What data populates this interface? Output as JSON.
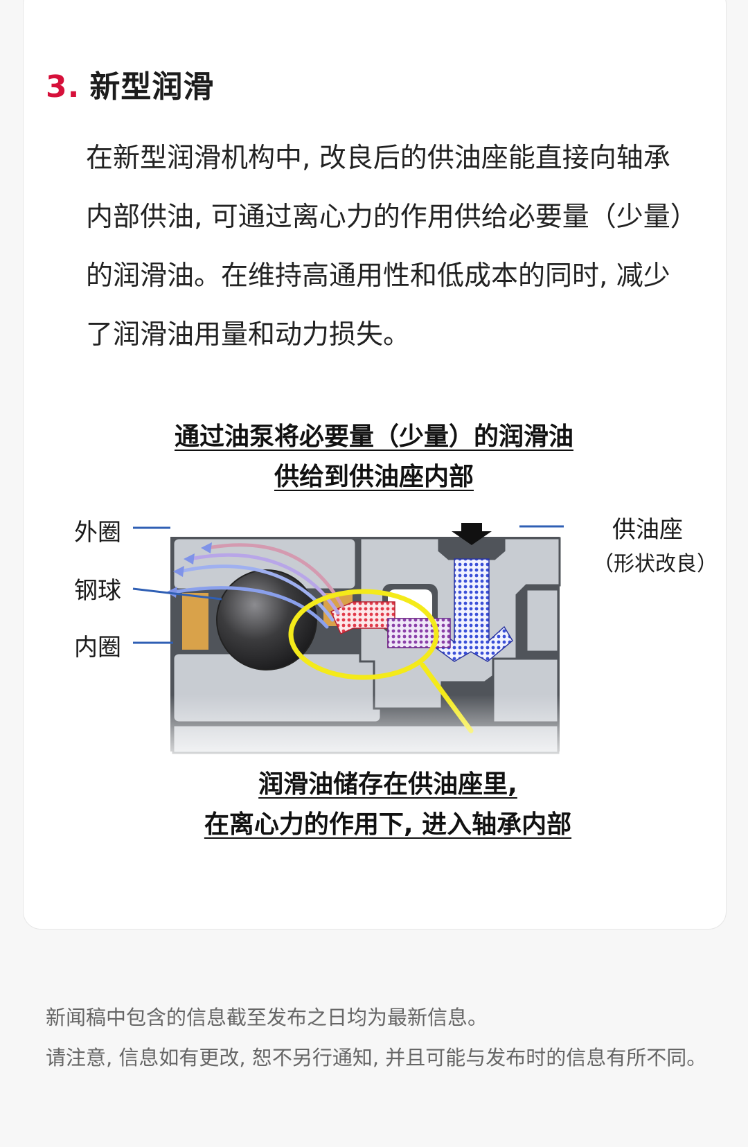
{
  "section": {
    "number": "3.",
    "title": "新型润滑"
  },
  "body": {
    "paragraph": "在新型润滑机构中, 改良后的供油座能直接向轴承内部供油, 可通过离心力的作用供给必要量（少量）的润滑油。在维持高通用性和低成本的同时, 减少了润滑油用量和动力损失。"
  },
  "diagram": {
    "caption_top_line1": "通过油泵将必要量（少量）的润滑油",
    "caption_top_line2": "供给到供油座内部",
    "labels": {
      "outer_ring": "外圈",
      "ball": "钢球",
      "inner_ring": "内圈",
      "oil_seat": "供油座",
      "oil_seat_note": "（形状改良）"
    },
    "caption_bottom_line1": "润滑油储存在供油座里,",
    "caption_bottom_line2": "在离心力的作用下, 进入轴承内部",
    "colors": {
      "metal": "#c8ccd2",
      "metal_dark": "#50545a",
      "ball": "#3c3c3e",
      "cage": "#d9a24a",
      "oil_red": "#e23a4a",
      "oil_blue": "#3a4fd8",
      "ellipse": "#f4ea1a",
      "leader": "#2f5fb4"
    }
  },
  "footer": {
    "line1": "新闻稿中包含的信息截至发布之日均为最新信息。",
    "line2": "请注意, 信息如有更改, 恕不另行通知, 并且可能与发布时的信息有所不同。"
  }
}
